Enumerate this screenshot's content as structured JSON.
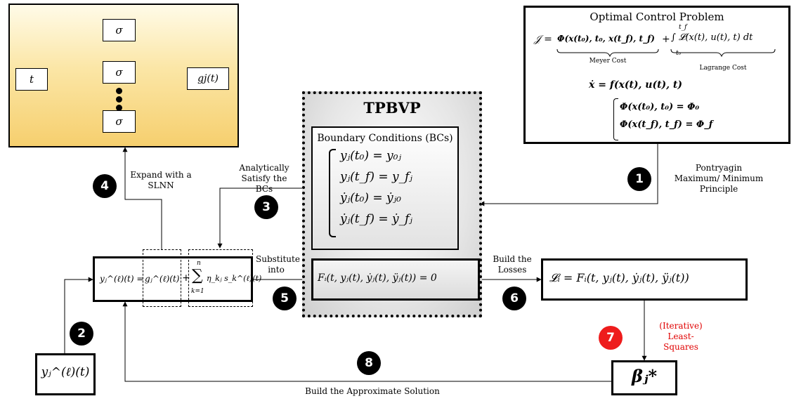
{
  "nn_box": {
    "input_node": "t",
    "hidden_nodes": [
      "σ",
      "σ",
      "σ"
    ],
    "output_node": "gj(t)"
  },
  "ocp_box": {
    "title": "Optimal Control Problem",
    "cost_lhs": "𝒥 =",
    "meyer_term": "Φ(x(t₀), t₀, x(t_f), t_f)",
    "plus": "+",
    "lagrange_term": "∫ 𝓛(x(t), u(t), t) dt",
    "integral_upper": "t_f",
    "integral_lower": "t₀",
    "meyer_label": "Meyer Cost",
    "lagrange_label": "Lagrange Cost",
    "dynamics": "ẋ = f(x(t), u(t), t)",
    "bc_initial": "Φ(x(t₀), t₀) = Φ₀",
    "bc_final": "Φ(x(t_f), t_f) = Φ_f"
  },
  "tpbvp": {
    "title": "TPBVP",
    "bc_title": "Boundary Conditions (BCs)",
    "bc_lines": [
      "yⱼ(t₀) = y₀ⱼ",
      "yⱼ(t_f) = y_fⱼ",
      "ẏⱼ(t₀) = ẏⱼ₀",
      "ẏⱼ(t_f) = ẏ_fⱼ"
    ],
    "residual": "Fᵢ(t, yⱼ(t), ẏⱼ(t), ÿⱼ(t)) = 0"
  },
  "expansion": {
    "lhs": "yⱼ^(ℓ)(t) =",
    "g_term": "gⱼ^(ℓ)(t)",
    "plus": "+",
    "sum_symbol": "∑",
    "sum_upper": "n",
    "sum_lower": "k=1",
    "sum_term": "η_kⱼ s_k^(ℓ)(t)"
  },
  "loss_box": {
    "text": "𝓛ᵢ = Fᵢ(t, yⱼ(t), ẏⱼ(t), ÿⱼ(t))"
  },
  "init_box": {
    "text": "yⱼ^(ℓ)(t)"
  },
  "beta_box": {
    "text": "βⱼ*"
  },
  "steps": [
    {
      "num": "1",
      "label": "Pontryagin Maximum/ Minimum Principle"
    },
    {
      "num": "2",
      "label": ""
    },
    {
      "num": "3",
      "label": "Analytically Satisfy the BCs"
    },
    {
      "num": "4",
      "label": "Expand with a SLNN"
    },
    {
      "num": "5",
      "label": "Substitute into"
    },
    {
      "num": "6",
      "label": "Build the Losses"
    },
    {
      "num": "7",
      "label": "(Iterative) Least-Squares"
    },
    {
      "num": "8",
      "label": "Build the Approximate Solution"
    }
  ],
  "colors": {
    "nn_gradient_top": "#fffbe8",
    "nn_gradient_bottom": "#f6cf6e",
    "tpbvp_bg": "#d9d9d9",
    "red_badge": "#ee1c1c",
    "red_text": "#e00000"
  }
}
